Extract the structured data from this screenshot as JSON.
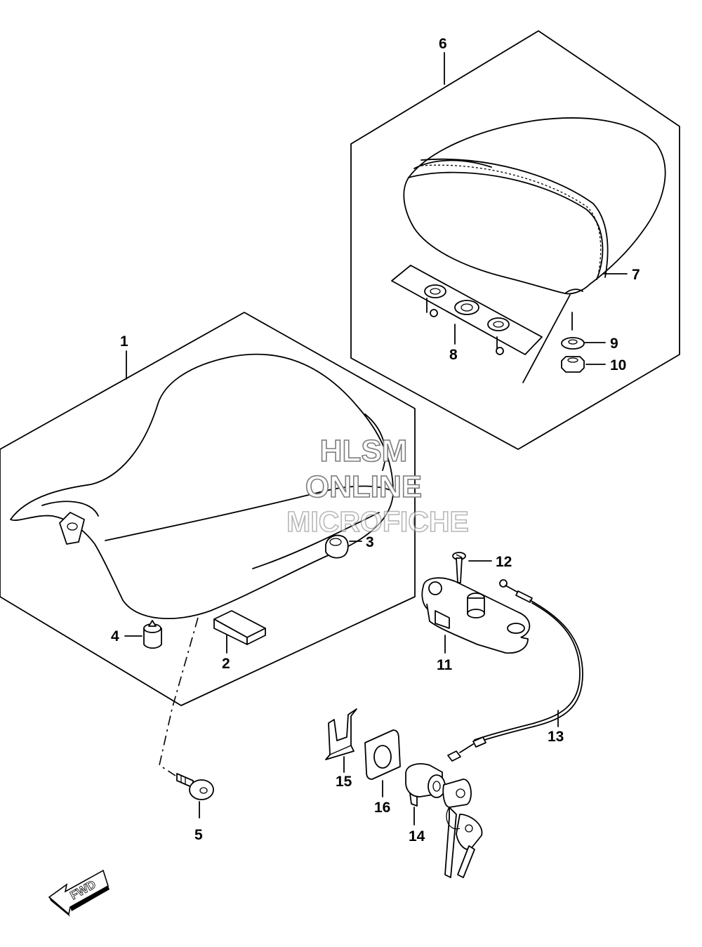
{
  "watermark": {
    "line1": "HLSM",
    "line2": "ONLINE",
    "line3": "MICROFICHE",
    "color": "#7d7d7d"
  },
  "direction_label": "FWD",
  "callouts": [
    {
      "id": "c1",
      "text": "1"
    },
    {
      "id": "c2",
      "text": "2"
    },
    {
      "id": "c3",
      "text": "3"
    },
    {
      "id": "c4",
      "text": "4"
    },
    {
      "id": "c5",
      "text": "5"
    },
    {
      "id": "c6",
      "text": "6"
    },
    {
      "id": "c7",
      "text": "7"
    },
    {
      "id": "c8",
      "text": "8"
    },
    {
      "id": "c9",
      "text": "9"
    },
    {
      "id": "c10",
      "text": "10"
    },
    {
      "id": "c11",
      "text": "11"
    },
    {
      "id": "c12",
      "text": "12"
    },
    {
      "id": "c13",
      "text": "13"
    },
    {
      "id": "c14",
      "text": "14"
    },
    {
      "id": "c15",
      "text": "15"
    },
    {
      "id": "c16",
      "text": "16"
    }
  ]
}
